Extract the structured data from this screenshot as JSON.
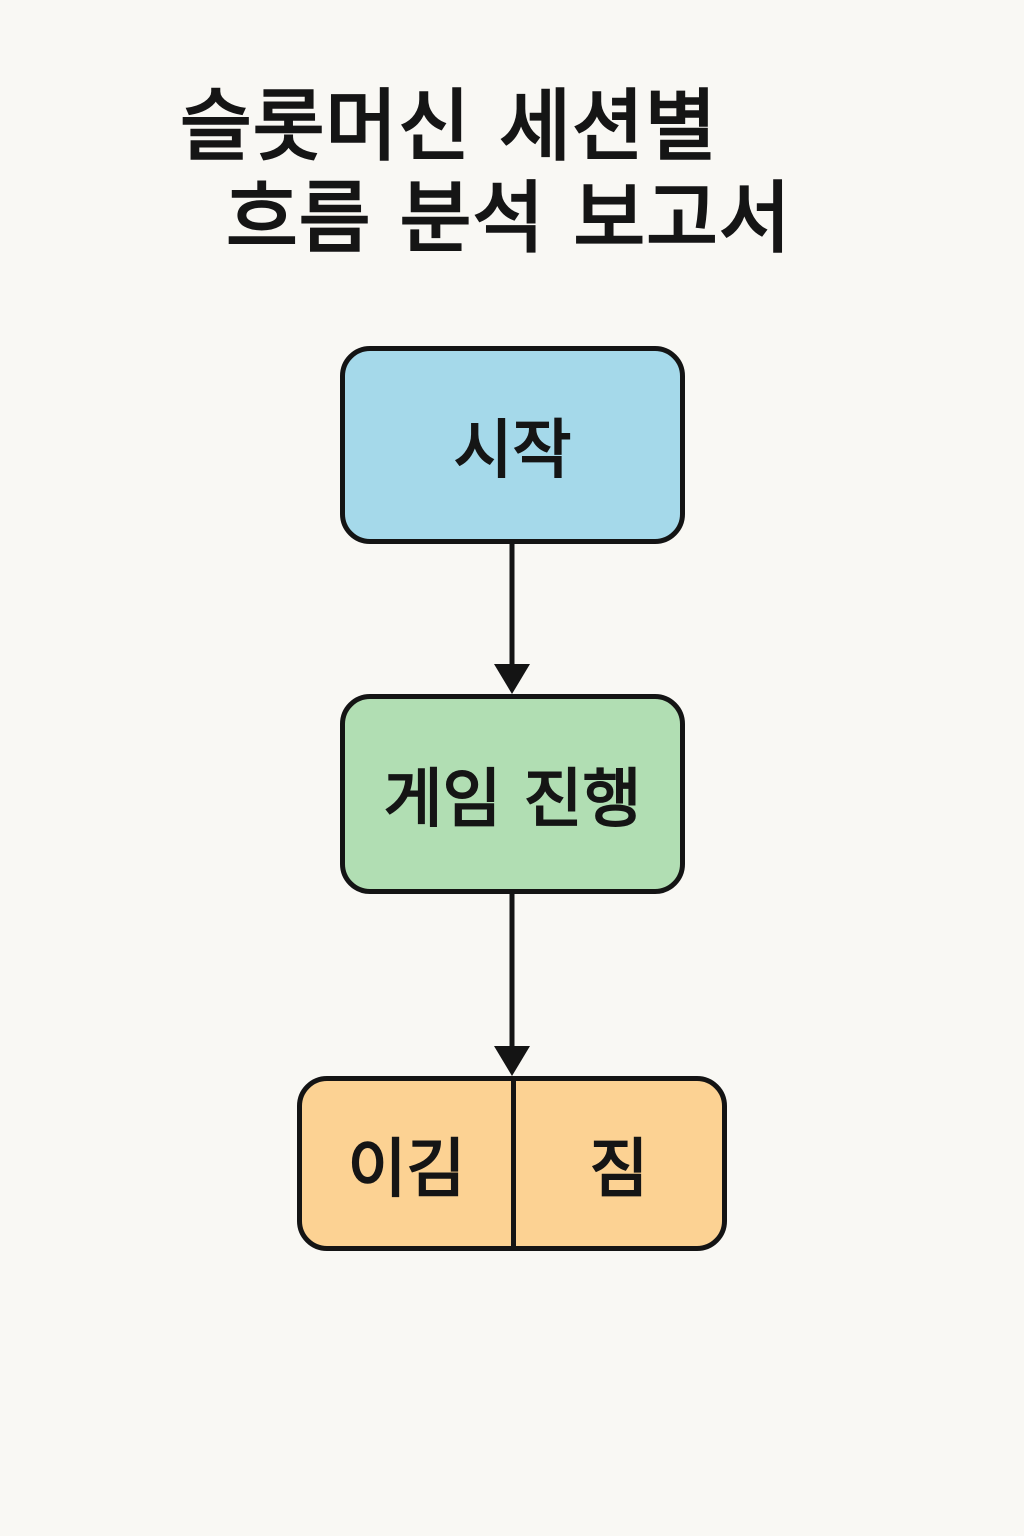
{
  "title": {
    "line1": "슬롯머신 세션별",
    "line2": "흐름 분석 보고서"
  },
  "nodes": {
    "start": {
      "label": "시작",
      "color": "#a5d9ea"
    },
    "play": {
      "label": "게임 진행",
      "color": "#b1deb3"
    },
    "result": {
      "color": "#fcd293",
      "win": "이김",
      "lose": "짐"
    }
  },
  "edges": [
    {
      "from": "start",
      "to": "play"
    },
    {
      "from": "play",
      "to": "result"
    }
  ],
  "colors": {
    "background": "#f9f8f4",
    "stroke": "#141414",
    "text": "#151515"
  }
}
